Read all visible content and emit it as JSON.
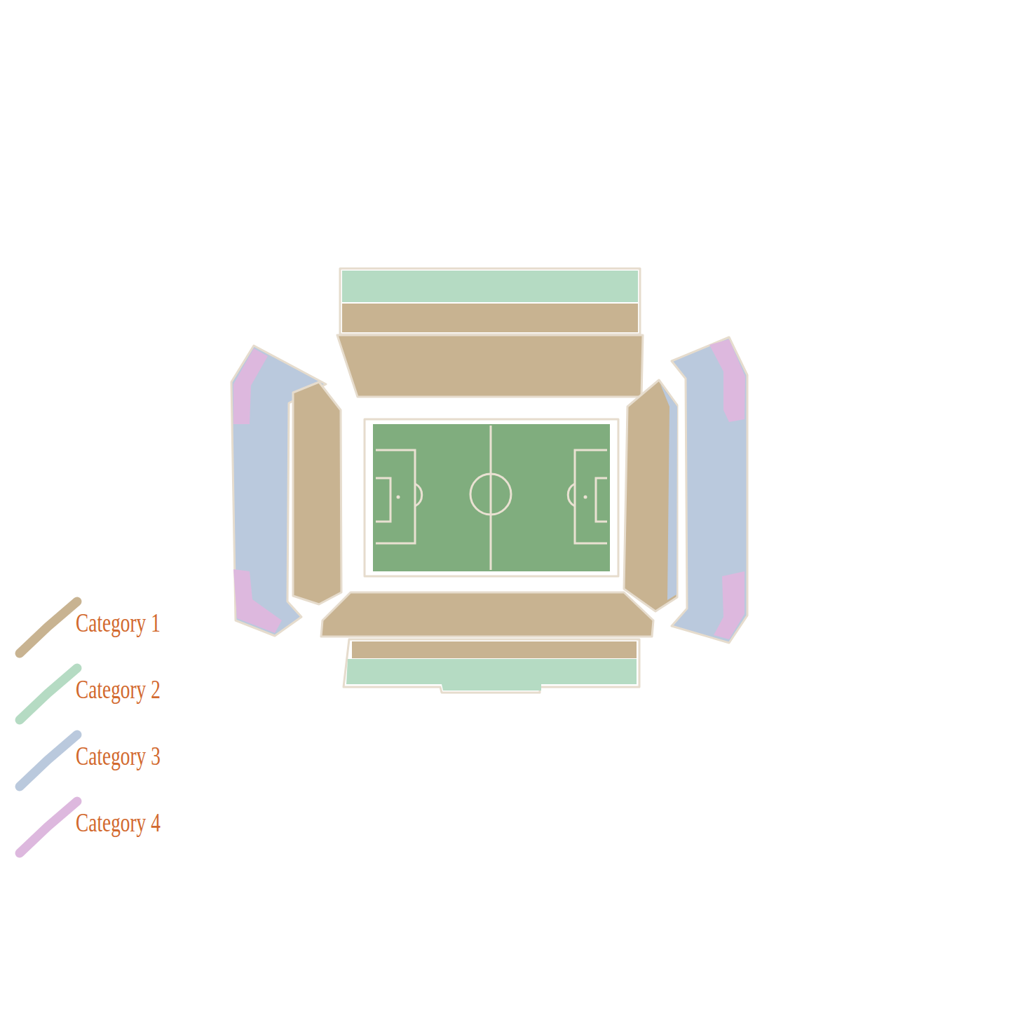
{
  "diagram": {
    "legend": [
      {
        "text": "Category 1",
        "color": "#c8b391"
      },
      {
        "text": "Category 2",
        "color": "#b5dbc3"
      },
      {
        "text": "Category 3",
        "color": "#bac9dd"
      },
      {
        "text": "Category 4",
        "color": "#ddb8de"
      }
    ]
  }
}
